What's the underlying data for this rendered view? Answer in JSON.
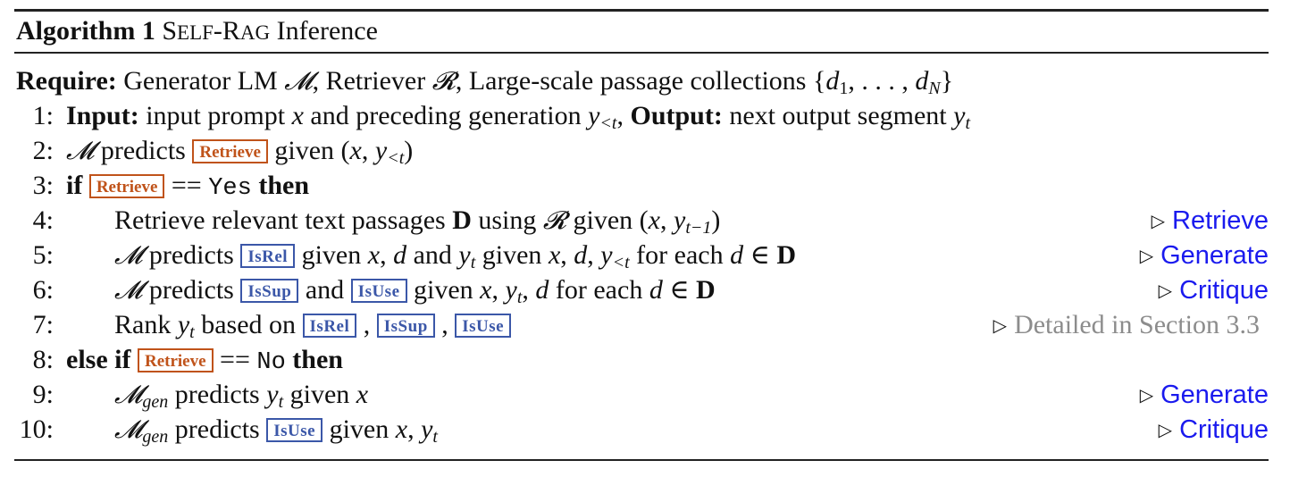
{
  "algorithm": {
    "label": "Algorithm 1",
    "name_sc_1": "S",
    "name_sc_2": "ELF",
    "name_dash": "-",
    "name_sc_3": "R",
    "name_sc_4": "AG",
    "name_rest": " Inference"
  },
  "tokens": {
    "retrieve": "Retrieve",
    "isrel": "IsRel",
    "issup": "IsSup",
    "isuse": "IsUse"
  },
  "require": {
    "keyword": "Require:",
    "text_1": "Generator LM ",
    "M": "𝓜",
    "text_2": ", Retriever ",
    "R": "𝓡",
    "text_3": ", Large-scale passage collections ",
    "set_open": "{",
    "d": "d",
    "one": "1",
    "dots": ", . . . , ",
    "N": "N",
    "set_close": "}"
  },
  "lines": [
    {
      "num": "1:",
      "input_kw": "Input:",
      "t1": " input prompt ",
      "x": "x",
      "t2": " and preceding generation ",
      "y": "y",
      "sub": "<t",
      "comma": ",",
      "output_kw": " Output:",
      "t3": " next output segment ",
      "sub2": "t"
    },
    {
      "num": "2:",
      "M": "𝓜",
      "t1": " predicts ",
      "t2": " given (",
      "x": "x",
      "comma": ", ",
      "y": "y",
      "sub": "<t",
      "close": ")"
    },
    {
      "num": "3:",
      "if": "if",
      "eq": " == ",
      "val": "Yes",
      "then": " then"
    },
    {
      "num": "4:",
      "t1": "Retrieve relevant text passages ",
      "D": "D",
      "t2": " using ",
      "R": "𝓡",
      "t3": " given (",
      "x": "x",
      "comma": ", ",
      "y": "y",
      "sub": "t−1",
      "close": ")",
      "comment": "Retrieve"
    },
    {
      "num": "5:",
      "M": "𝓜",
      "t1": " predicts ",
      "t2": " given ",
      "x": "x",
      "c1": ", ",
      "d": "d",
      "t3": " and ",
      "y": "y",
      "sub": "t",
      "t4": " given ",
      "c2": ", ",
      "c3": ", ",
      "sub2": "<t",
      "t5": " for each ",
      "in": " ∈ ",
      "D": "D",
      "comment": "Generate"
    },
    {
      "num": "6:",
      "M": "𝓜",
      "t1": " predicts ",
      "t2": " and ",
      "t3": " given ",
      "x": "x",
      "c1": ", ",
      "y": "y",
      "sub": "t",
      "c2": ", ",
      "d": "d",
      "t4": " for each ",
      "in": " ∈ ",
      "D": "D",
      "comment": "Critique"
    },
    {
      "num": "7:",
      "t1": "Rank ",
      "y": "y",
      "sub": "t",
      "t2": " based on ",
      "c": " , ",
      "comment": "Detailed in Section 3.3"
    },
    {
      "num": "8:",
      "else_if": "else if",
      "eq": " == ",
      "val": "No",
      "then": " then"
    },
    {
      "num": "9:",
      "M": "𝓜",
      "gen": "gen",
      "t1": " predicts ",
      "y": "y",
      "sub": "t",
      "t2": " given ",
      "x": "x",
      "comment": "Generate"
    },
    {
      "num": "10:",
      "M": "𝓜",
      "gen": "gen",
      "t1": " predicts ",
      "t2": " given ",
      "x": "x",
      "c1": ", ",
      "y": "y",
      "sub": "t",
      "comment": "Critique"
    }
  ],
  "comment_marker": "▷"
}
